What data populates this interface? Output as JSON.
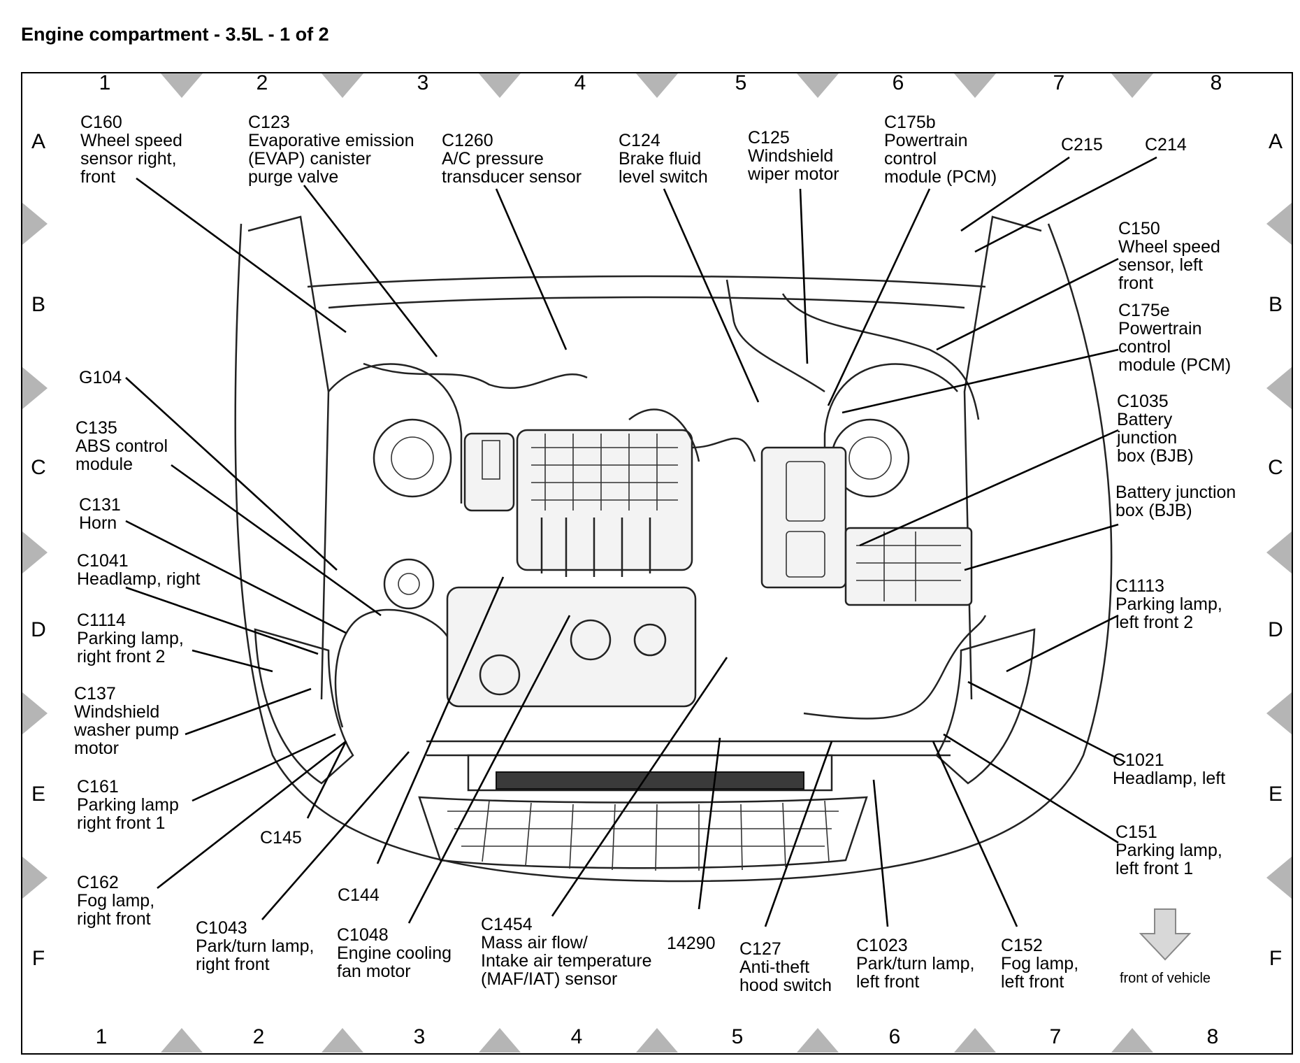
{
  "title": "Engine compartment - 3.5L - 1 of 2",
  "grid": {
    "columns": [
      "1",
      "2",
      "3",
      "4",
      "5",
      "6",
      "7",
      "8"
    ],
    "rows": [
      "A",
      "B",
      "C",
      "D",
      "E",
      "F"
    ]
  },
  "callouts": [
    {
      "key": "c160",
      "lines": [
        "C160",
        "Wheel speed",
        "sensor right,",
        "front"
      ]
    },
    {
      "key": "c123",
      "lines": [
        "C123",
        "Evaporative emission",
        "(EVAP) canister",
        "purge valve"
      ]
    },
    {
      "key": "c1260",
      "lines": [
        "C1260",
        "A/C pressure",
        "transducer sensor"
      ]
    },
    {
      "key": "c124",
      "lines": [
        "C124",
        "Brake fluid",
        "level switch"
      ]
    },
    {
      "key": "c125",
      "lines": [
        "C125",
        "Windshield",
        "wiper motor"
      ]
    },
    {
      "key": "c175b",
      "lines": [
        "C175b",
        "Powertrain",
        "control",
        "module (PCM)"
      ]
    },
    {
      "key": "c215",
      "lines": [
        "C215"
      ]
    },
    {
      "key": "c214",
      "lines": [
        "C214"
      ]
    },
    {
      "key": "c150",
      "lines": [
        "C150",
        "Wheel speed",
        "sensor, left",
        "front"
      ]
    },
    {
      "key": "c175e",
      "lines": [
        "C175e",
        "Powertrain",
        "control",
        "module (PCM)"
      ]
    },
    {
      "key": "c1035",
      "lines": [
        "C1035",
        "Battery",
        "junction",
        "box (BJB)"
      ]
    },
    {
      "key": "bjb",
      "lines": [
        "Battery junction",
        "box (BJB)"
      ]
    },
    {
      "key": "g104",
      "lines": [
        "G104"
      ]
    },
    {
      "key": "c135",
      "lines": [
        "C135",
        "ABS control",
        "module"
      ]
    },
    {
      "key": "c131",
      "lines": [
        "C131",
        "Horn"
      ]
    },
    {
      "key": "c1041",
      "lines": [
        "C1041",
        "Headlamp, right"
      ]
    },
    {
      "key": "c1114",
      "lines": [
        "C1114",
        "Parking lamp,",
        "right front 2"
      ]
    },
    {
      "key": "c137",
      "lines": [
        "C137",
        "Windshield",
        "washer pump",
        "motor"
      ]
    },
    {
      "key": "c161",
      "lines": [
        "C161",
        "Parking lamp",
        "right front 1"
      ]
    },
    {
      "key": "c145",
      "lines": [
        "C145"
      ]
    },
    {
      "key": "c162",
      "lines": [
        "C162",
        "Fog lamp,",
        "right front"
      ]
    },
    {
      "key": "c144",
      "lines": [
        "C144"
      ]
    },
    {
      "key": "c1043",
      "lines": [
        "C1043",
        "Park/turn lamp,",
        "right front"
      ]
    },
    {
      "key": "c1048",
      "lines": [
        "C1048",
        "Engine cooling",
        "fan motor"
      ]
    },
    {
      "key": "c1454",
      "lines": [
        "C1454",
        "Mass air flow/",
        "Intake air temperature",
        "(MAF/IAT) sensor"
      ]
    },
    {
      "key": "n14290",
      "lines": [
        "14290"
      ]
    },
    {
      "key": "c127",
      "lines": [
        "C127",
        "Anti-theft",
        "hood switch"
      ]
    },
    {
      "key": "c1023",
      "lines": [
        "C1023",
        "Park/turn lamp,",
        "left front"
      ]
    },
    {
      "key": "c152",
      "lines": [
        "C152",
        "Fog lamp,",
        "left front"
      ]
    },
    {
      "key": "c1113",
      "lines": [
        "C1113",
        "Parking lamp,",
        "left front 2"
      ]
    },
    {
      "key": "c1021",
      "lines": [
        "C1021",
        "Headlamp, left"
      ]
    },
    {
      "key": "c151",
      "lines": [
        "C151",
        "Parking lamp,",
        "left front 1"
      ]
    }
  ],
  "legend": {
    "front_label": "front of vehicle",
    "arrow_icon": "down-arrow-icon"
  }
}
